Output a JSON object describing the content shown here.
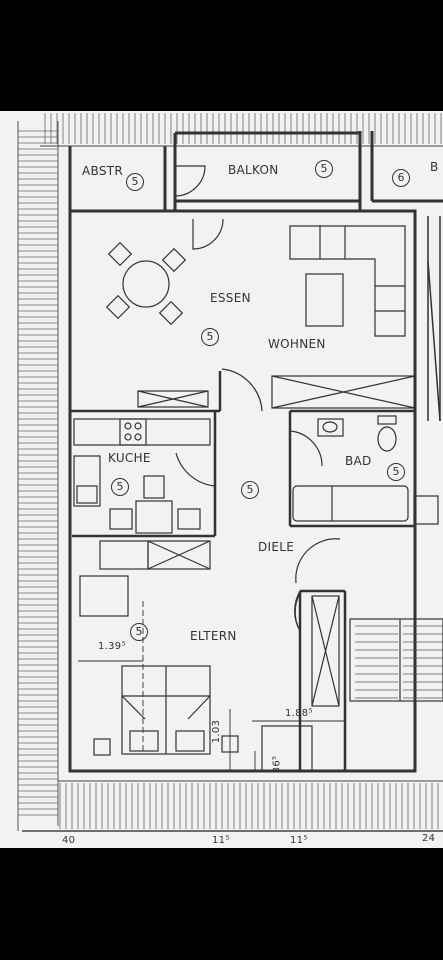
{
  "rooms": {
    "abstr": "ABSTR",
    "balkon": "BALKON",
    "balkon_right": "B",
    "essen": "ESSEN",
    "wohnen": "WOHNEN",
    "kueche": "KUCHE",
    "bad": "BAD",
    "diele": "DIELE",
    "eltern": "ELTERN"
  },
  "markers": {
    "abstr": "5",
    "balkon": "5",
    "balkon_right": "6",
    "essen": "5",
    "kueche": "5",
    "bad": "5",
    "diele": "5",
    "eltern": "5"
  },
  "dimensions": {
    "eltern_width": "1.39⁵",
    "right_width": "1.88⁵",
    "vertical_a": "1.03",
    "vertical_b": "36⁵"
  },
  "bottom_scale": {
    "left": "40",
    "mid_a": "11⁵",
    "mid_b": "11⁵",
    "right": "24"
  }
}
